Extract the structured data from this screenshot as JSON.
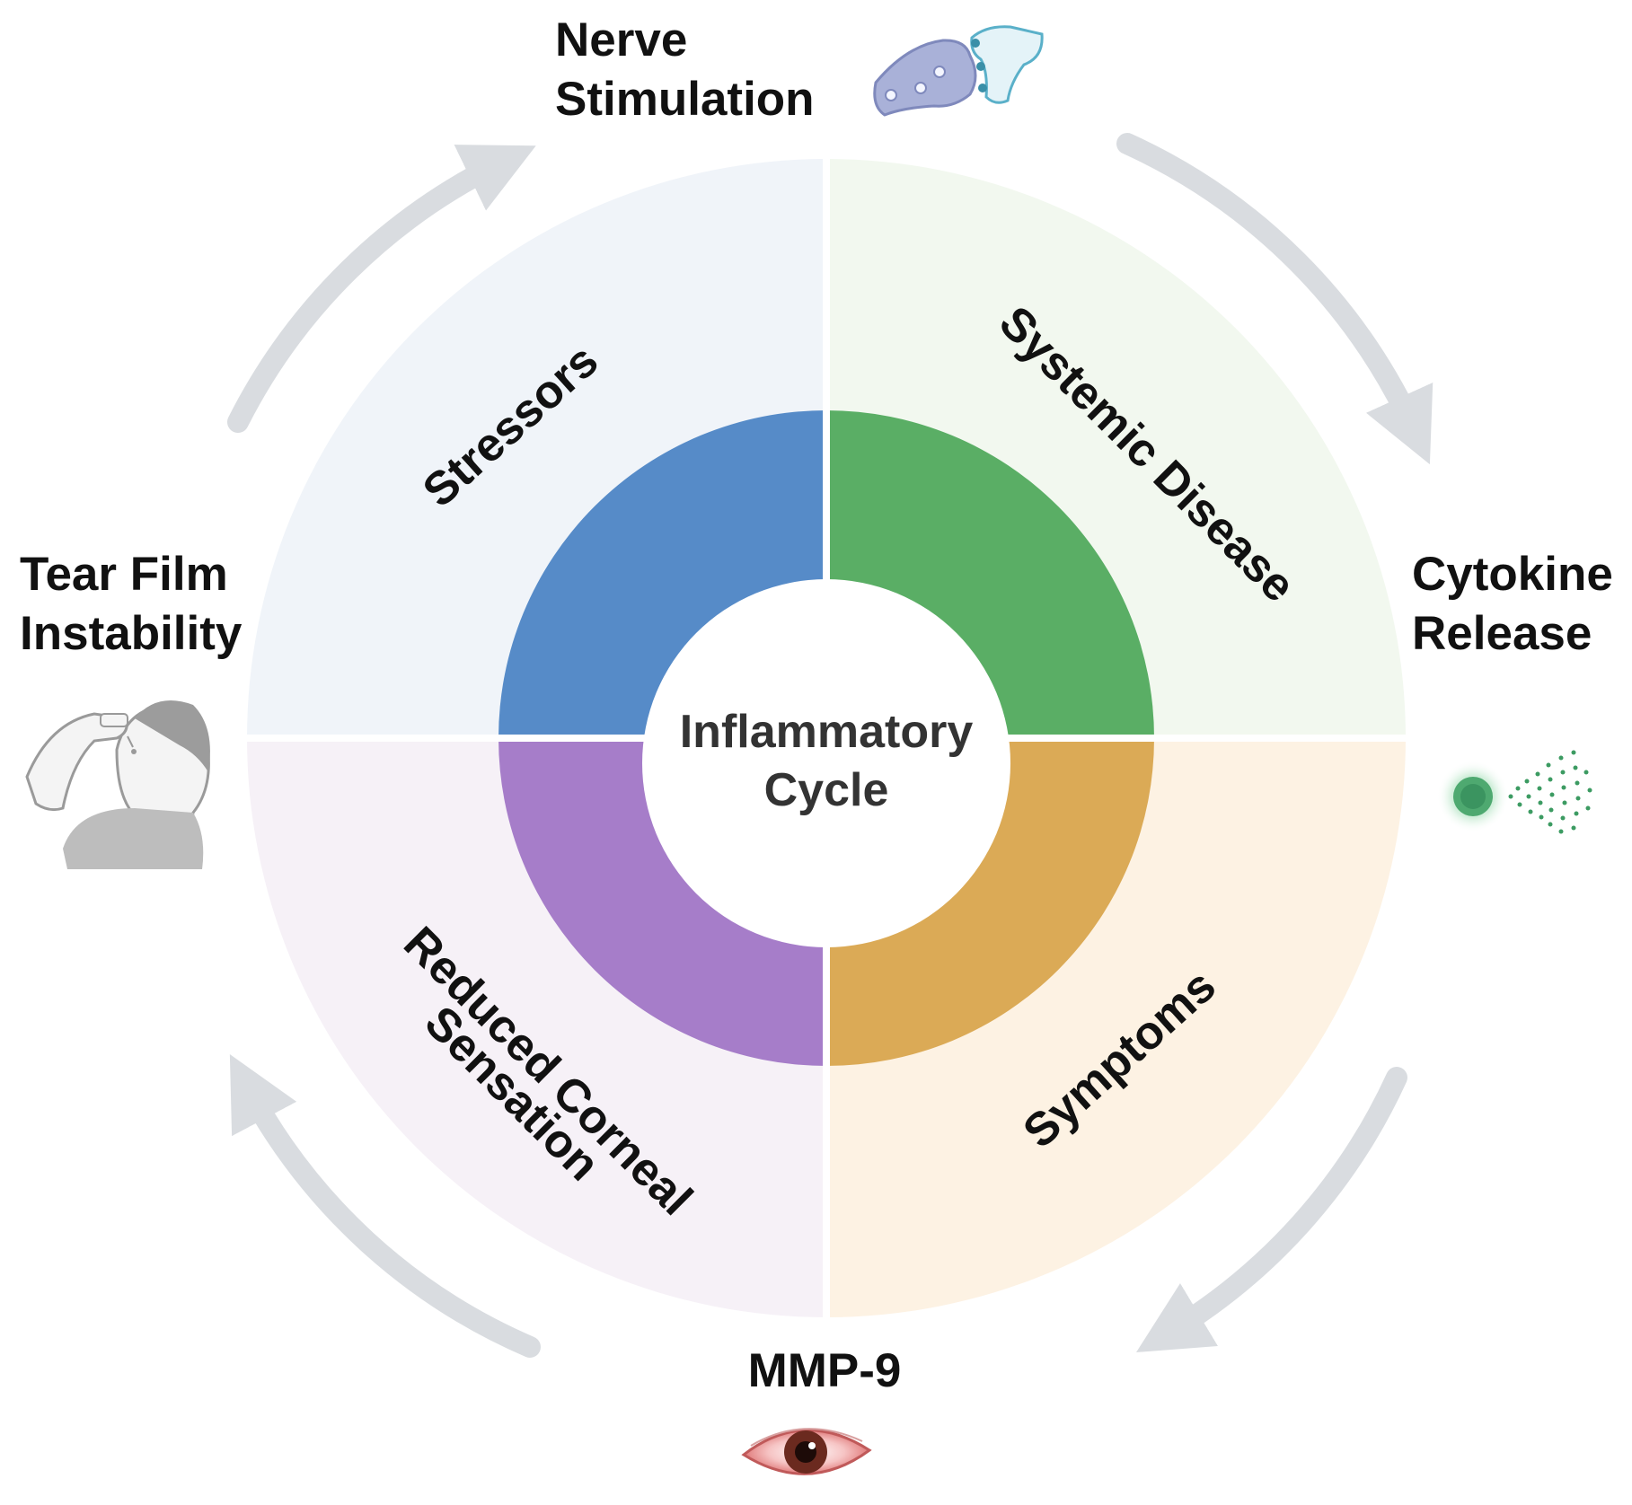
{
  "center": {
    "line1": "Inflammatory",
    "line2": "Cycle"
  },
  "sectors": {
    "stressors": {
      "label": "Stressors",
      "outer_color": "#f0f4f9",
      "inner_color": "#568bc8"
    },
    "systemic_disease": {
      "label": "Systemic Disease",
      "outer_color": "#f2f8ef",
      "inner_color": "#5aae65"
    },
    "symptoms": {
      "label": "Symptoms",
      "outer_color": "#fdf2e3",
      "inner_color": "#dbaa56"
    },
    "reduced_corneal_sensation": {
      "line1": "Reduced Corneal",
      "line2": "Sensation",
      "outer_color": "#f6f1f7",
      "inner_color": "#a67dc9"
    }
  },
  "outer_labels": {
    "nerve_stimulation": {
      "line1": "Nerve",
      "line2": "Stimulation"
    },
    "cytokine_release": {
      "line1": "Cytokine",
      "line2": "Release"
    },
    "mmp9": {
      "label": "MMP-9"
    },
    "tear_film_instability": {
      "line1": "Tear Film",
      "line2": "Instability"
    }
  },
  "icons": {
    "nerve_stimulation": "synapse-icon",
    "cytokine_release": "cytokine-cell-icon",
    "mmp9": "red-eye-icon",
    "tear_film_instability": "eye-drops-person-icon"
  },
  "colors": {
    "arrow": "#d5d9dd",
    "divider": "#ffffff",
    "center_fill": "#ffffff"
  }
}
